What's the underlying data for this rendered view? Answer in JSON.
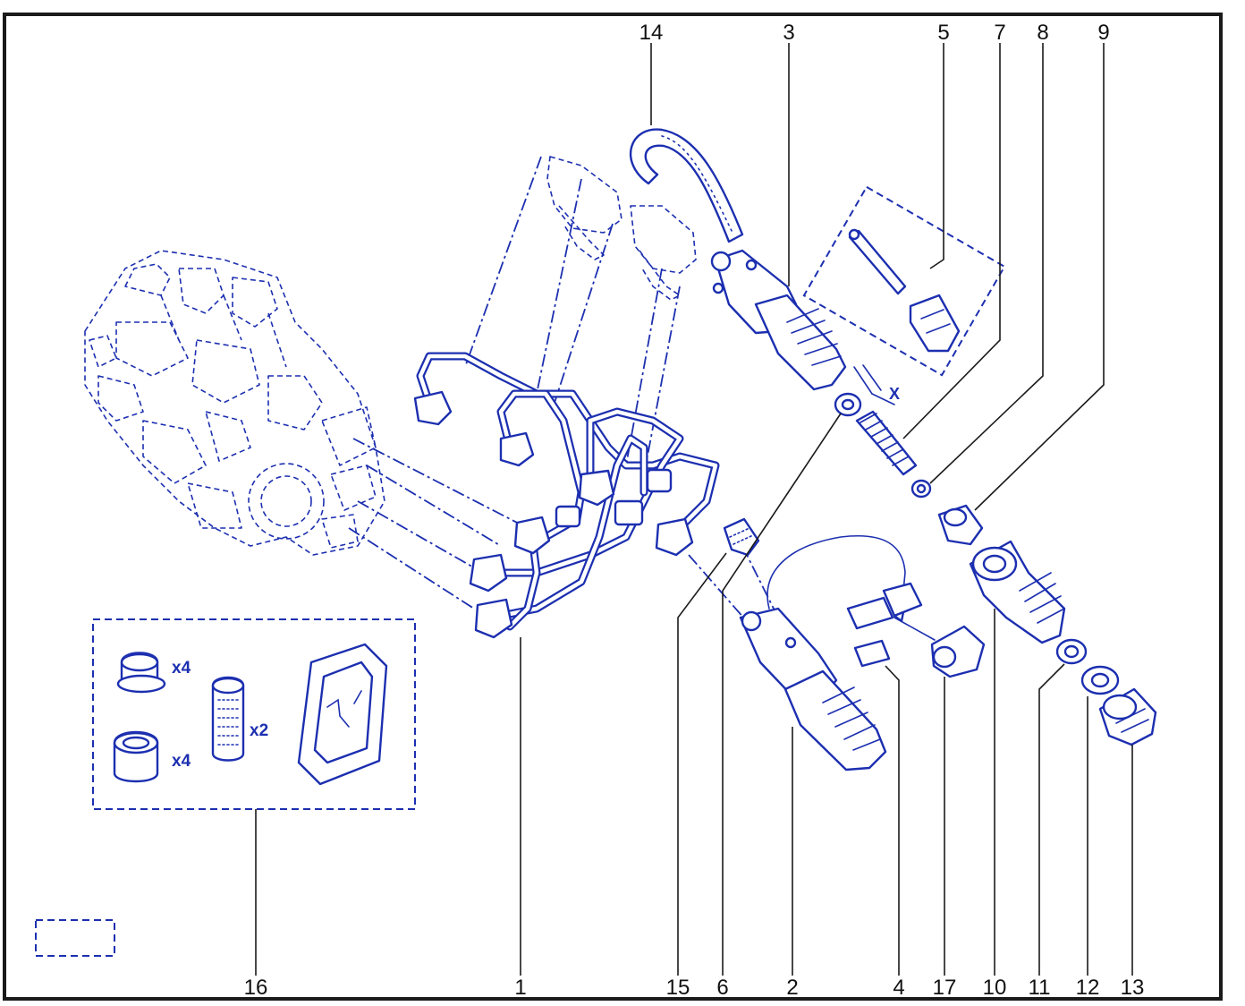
{
  "diagram": {
    "callouts": [
      {
        "id": "c14",
        "text": "14"
      },
      {
        "id": "c3",
        "text": "3"
      },
      {
        "id": "c5",
        "text": "5"
      },
      {
        "id": "c7",
        "text": "7"
      },
      {
        "id": "c8",
        "text": "8"
      },
      {
        "id": "c9",
        "text": "9"
      },
      {
        "id": "c16",
        "text": "16"
      },
      {
        "id": "c1",
        "text": "1"
      },
      {
        "id": "c15",
        "text": "15"
      },
      {
        "id": "c6",
        "text": "6"
      },
      {
        "id": "c2",
        "text": "2"
      },
      {
        "id": "c4",
        "text": "4"
      },
      {
        "id": "c17",
        "text": "17"
      },
      {
        "id": "c10",
        "text": "10"
      },
      {
        "id": "c11",
        "text": "11"
      },
      {
        "id": "c12",
        "text": "12"
      },
      {
        "id": "c13",
        "text": "13"
      }
    ],
    "quantities": {
      "caps": "x4",
      "sleeves": "x2",
      "plugs": "x4"
    },
    "dimension_label": "X",
    "colors": {
      "line_art": "#1c2fb0",
      "frame": "#1a1a1a",
      "background": "#ffffff"
    }
  }
}
